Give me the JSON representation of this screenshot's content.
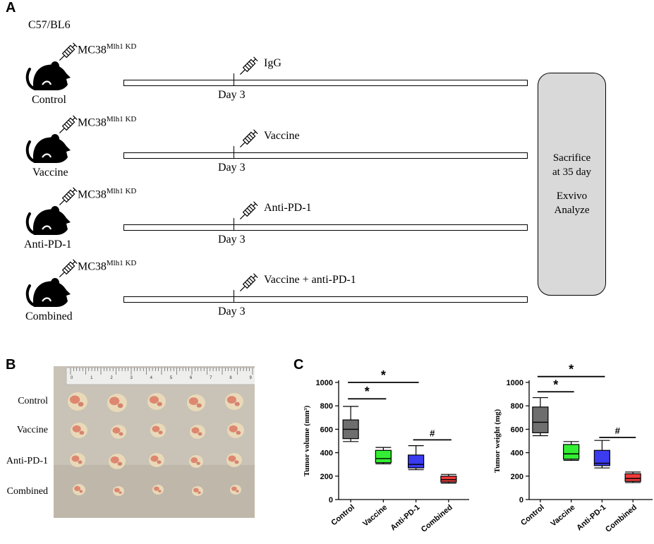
{
  "panels": {
    "a": "A",
    "b": "B",
    "c": "C"
  },
  "panel_a": {
    "strain": "C57/BL6",
    "cell_line": "MC38",
    "cell_line_sup": "Mlh1 KD",
    "day_label": "Day 3",
    "groups": [
      {
        "name": "Control",
        "treatment": "IgG"
      },
      {
        "name": "Vaccine",
        "treatment": "Vaccine"
      },
      {
        "name": "Anti-PD-1",
        "treatment": "Anti-PD-1"
      },
      {
        "name": "Combined",
        "treatment": "Vaccine + anti-PD-1"
      }
    ],
    "endpoint": {
      "line1": "Sacrifice",
      "line2": "at 35 day",
      "line3": "Exvivo",
      "line4": "Analyze"
    }
  },
  "panel_b": {
    "rows": [
      "Control",
      "Vaccine",
      "Anti-PD-1",
      "Combined"
    ],
    "ruler_ticks": [
      "0",
      "1",
      "2",
      "3",
      "4",
      "5",
      "6",
      "7",
      "8",
      "9"
    ]
  },
  "chart_data": [
    {
      "type": "box",
      "ylabel": "Tumor volume (mm³)",
      "ylim": [
        0,
        1000
      ],
      "yticks": [
        0,
        200,
        400,
        600,
        800,
        1000
      ],
      "categories": [
        "Control",
        "Vaccine",
        "Anti-PD-1",
        "Combined"
      ],
      "colors": [
        "#6e6e6e",
        "#33ee33",
        "#3b3bf0",
        "#f03a3a"
      ],
      "boxes": [
        {
          "min": 495,
          "q1": 520,
          "median": 600,
          "q3": 680,
          "max": 795
        },
        {
          "min": 305,
          "q1": 315,
          "median": 350,
          "q3": 420,
          "max": 445
        },
        {
          "min": 255,
          "q1": 270,
          "median": 300,
          "q3": 380,
          "max": 460
        },
        {
          "min": 140,
          "q1": 150,
          "median": 170,
          "q3": 200,
          "max": 215
        }
      ],
      "significance": [
        {
          "from": 0,
          "to": 1,
          "y": 860,
          "mark": "*"
        },
        {
          "from": 0,
          "to": 2,
          "y": 1000,
          "mark": "*"
        },
        {
          "from": 2,
          "to": 3,
          "y": 510,
          "mark": "#"
        }
      ]
    },
    {
      "type": "box",
      "ylabel": "Tumor weight (mg)",
      "ylim": [
        0,
        1000
      ],
      "yticks": [
        0,
        200,
        400,
        600,
        800,
        1000
      ],
      "categories": [
        "Control",
        "Vaccine",
        "Anti-PD-1",
        "Combined"
      ],
      "colors": [
        "#6e6e6e",
        "#33ee33",
        "#3b3bf0",
        "#f03a3a"
      ],
      "boxes": [
        {
          "min": 545,
          "q1": 570,
          "median": 660,
          "q3": 790,
          "max": 870
        },
        {
          "min": 335,
          "q1": 345,
          "median": 390,
          "q3": 470,
          "max": 495
        },
        {
          "min": 270,
          "q1": 290,
          "median": 310,
          "q3": 420,
          "max": 505
        },
        {
          "min": 145,
          "q1": 155,
          "median": 180,
          "q3": 220,
          "max": 235
        }
      ],
      "significance": [
        {
          "from": 0,
          "to": 1,
          "y": 920,
          "mark": "*"
        },
        {
          "from": 0,
          "to": 2,
          "y": 1050,
          "mark": "*"
        },
        {
          "from": 2,
          "to": 3,
          "y": 530,
          "mark": "#"
        }
      ]
    }
  ]
}
